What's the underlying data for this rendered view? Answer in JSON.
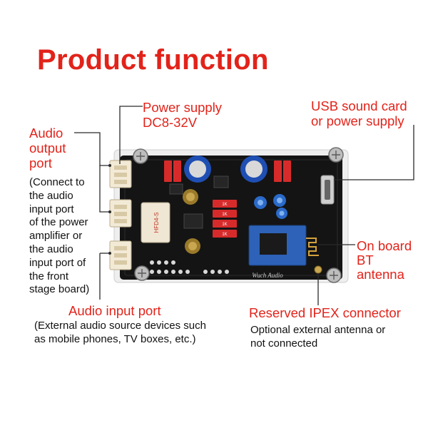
{
  "title": "Product function",
  "labels": {
    "power_supply": [
      "Power supply",
      "DC8-32V"
    ],
    "usb": [
      "USB sound card",
      "or power supply"
    ],
    "audio_output": [
      "Audio",
      "output",
      "port"
    ],
    "audio_output_note": [
      "(Connect to",
      "the audio",
      "input port",
      "of the power",
      "amplifier or",
      "the audio",
      "input port of",
      "the front",
      "stage board)"
    ],
    "bt_antenna": [
      "On board",
      "BT",
      "antenna"
    ],
    "audio_input": "Audio input port",
    "audio_input_note": [
      "(External audio source devices such",
      "as mobile phones, TV boxes, etc.)"
    ],
    "ipex": "Reserved IPEX connector",
    "ipex_note": [
      "Optional external antenna or",
      "not connected"
    ]
  },
  "board": {
    "module_label": "HFD4-S",
    "brand_text": "Wuch Audio",
    "resistor_labels": [
      "1K",
      "1K",
      "1K",
      "1K"
    ]
  },
  "colors": {
    "accent": "#e2231a",
    "pcb": "#141414",
    "acrylic": "#e8e8e8"
  }
}
